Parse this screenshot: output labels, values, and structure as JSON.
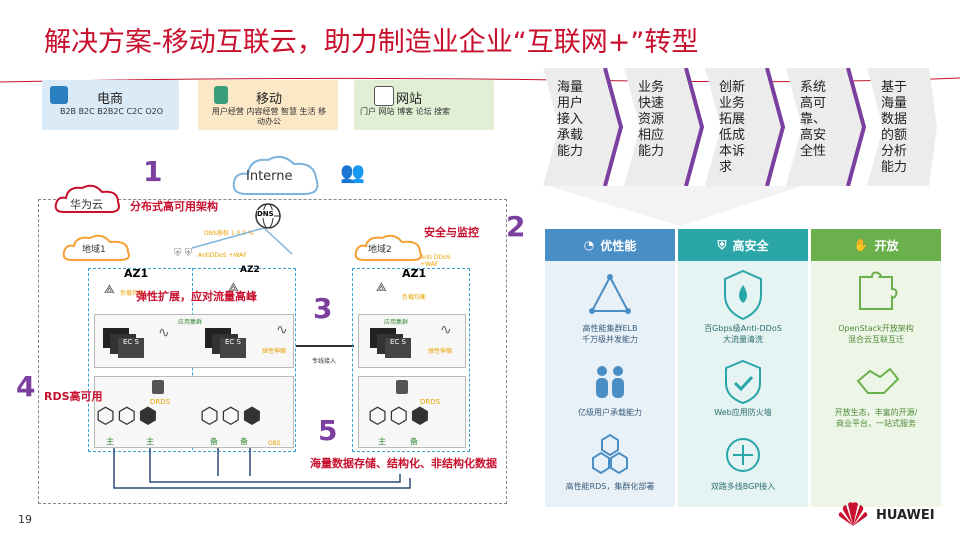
{
  "title": "解决方案-移动互联云，助力制造业企业“互联网+”转型",
  "categories": [
    {
      "name": "电商",
      "sub": "B2B B2C B2B2C C2C O2O"
    },
    {
      "name": "移动",
      "sub": "用户经营 内容经营 智慧 生活 移动办公"
    },
    {
      "name": "网站",
      "sub": "门户 网站 博客 论坛 搜索"
    }
  ],
  "chevrons": [
    "海量用户接入承载能力",
    "业务快速资源相应能力",
    "创新业务拓展低成本诉求",
    "系统高可靠、高安全性",
    "基于海量数据的额分析能力"
  ],
  "panels": [
    {
      "title": "优性能",
      "color": "#4a8ec6",
      "items": [
        "高性能集群ELB\n千万级并发能力",
        "亿级用户承载能力",
        "高性能RDS，集群化部署"
      ]
    },
    {
      "title": "高安全",
      "color": "#2aa6a8",
      "items": [
        "百Gbps级Anti-DDoS\n大流量清洗",
        "Web应用防火墙",
        "双路多线BGP接入"
      ]
    },
    {
      "title": "开放",
      "color": "#6ab04c",
      "items": [
        "OpenStack开放架构\n混合云互联互迁",
        "开放生态，丰富的开源/\n商业平台，一站式服务"
      ]
    }
  ],
  "diagram": {
    "internet": "Interne",
    "huawei_cloud": "华为云",
    "arch_label": "分布式高可用架构",
    "dns": "DNS",
    "dns_note": "DNS按权 1 0 0 %",
    "antiddos": "AntiDDoS +WAF",
    "antiddos2": "Anti DDoS\n+WAF",
    "region1": "地域1",
    "region2": "地域2",
    "az1": "AZ1",
    "az2": "AZ2",
    "az1b": "AZ1",
    "lb": "负载均衡",
    "lb2": "负载均衡",
    "scaling": "弹性扩展，应对流量高峰",
    "app_cluster": "应用集群",
    "app_cluster2": "应用集群",
    "ecs": "EC S",
    "elastic": "弹性伸缩",
    "elastic2": "弹性伸缩",
    "direct": "专线接入",
    "security": "安全与监控",
    "rds_ha": "RDS高可用",
    "drds": "DRDS",
    "drds2": "DRDS",
    "obs": "OBS",
    "master": "主",
    "backup": "备",
    "storage": "海量数据存储、结构化、非结构化数据",
    "n1": "1",
    "n2": "2",
    "n3": "3",
    "n4": "4",
    "n5": "5"
  },
  "page_number": "19",
  "brand": "HUAWEI"
}
